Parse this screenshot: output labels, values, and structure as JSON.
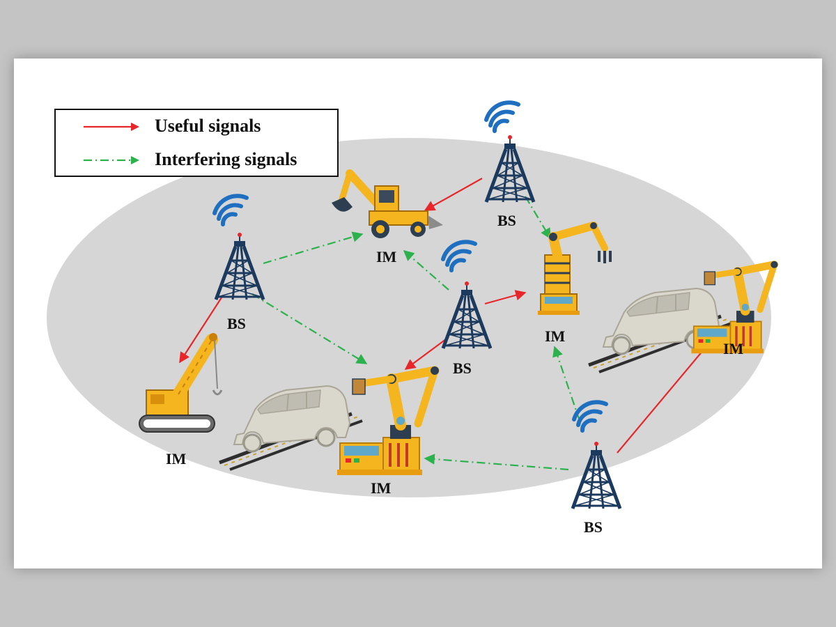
{
  "legend": {
    "useful": "Useful signals",
    "interfering": "Interfering signals"
  },
  "colors": {
    "useful": "#e8262a",
    "interfering": "#2bb24c",
    "tower": "#1c3a5e",
    "wifi": "#1f6fc1",
    "machine": "#f5b51e",
    "field": "#d6d6d6"
  },
  "labels": {
    "bs": "BS",
    "im": "IM"
  },
  "icons": [
    "base-station-tower-icon",
    "wifi-signal-icon",
    "excavator-icon",
    "crane-icon",
    "robot-arm-icon",
    "car-body-icon"
  ]
}
